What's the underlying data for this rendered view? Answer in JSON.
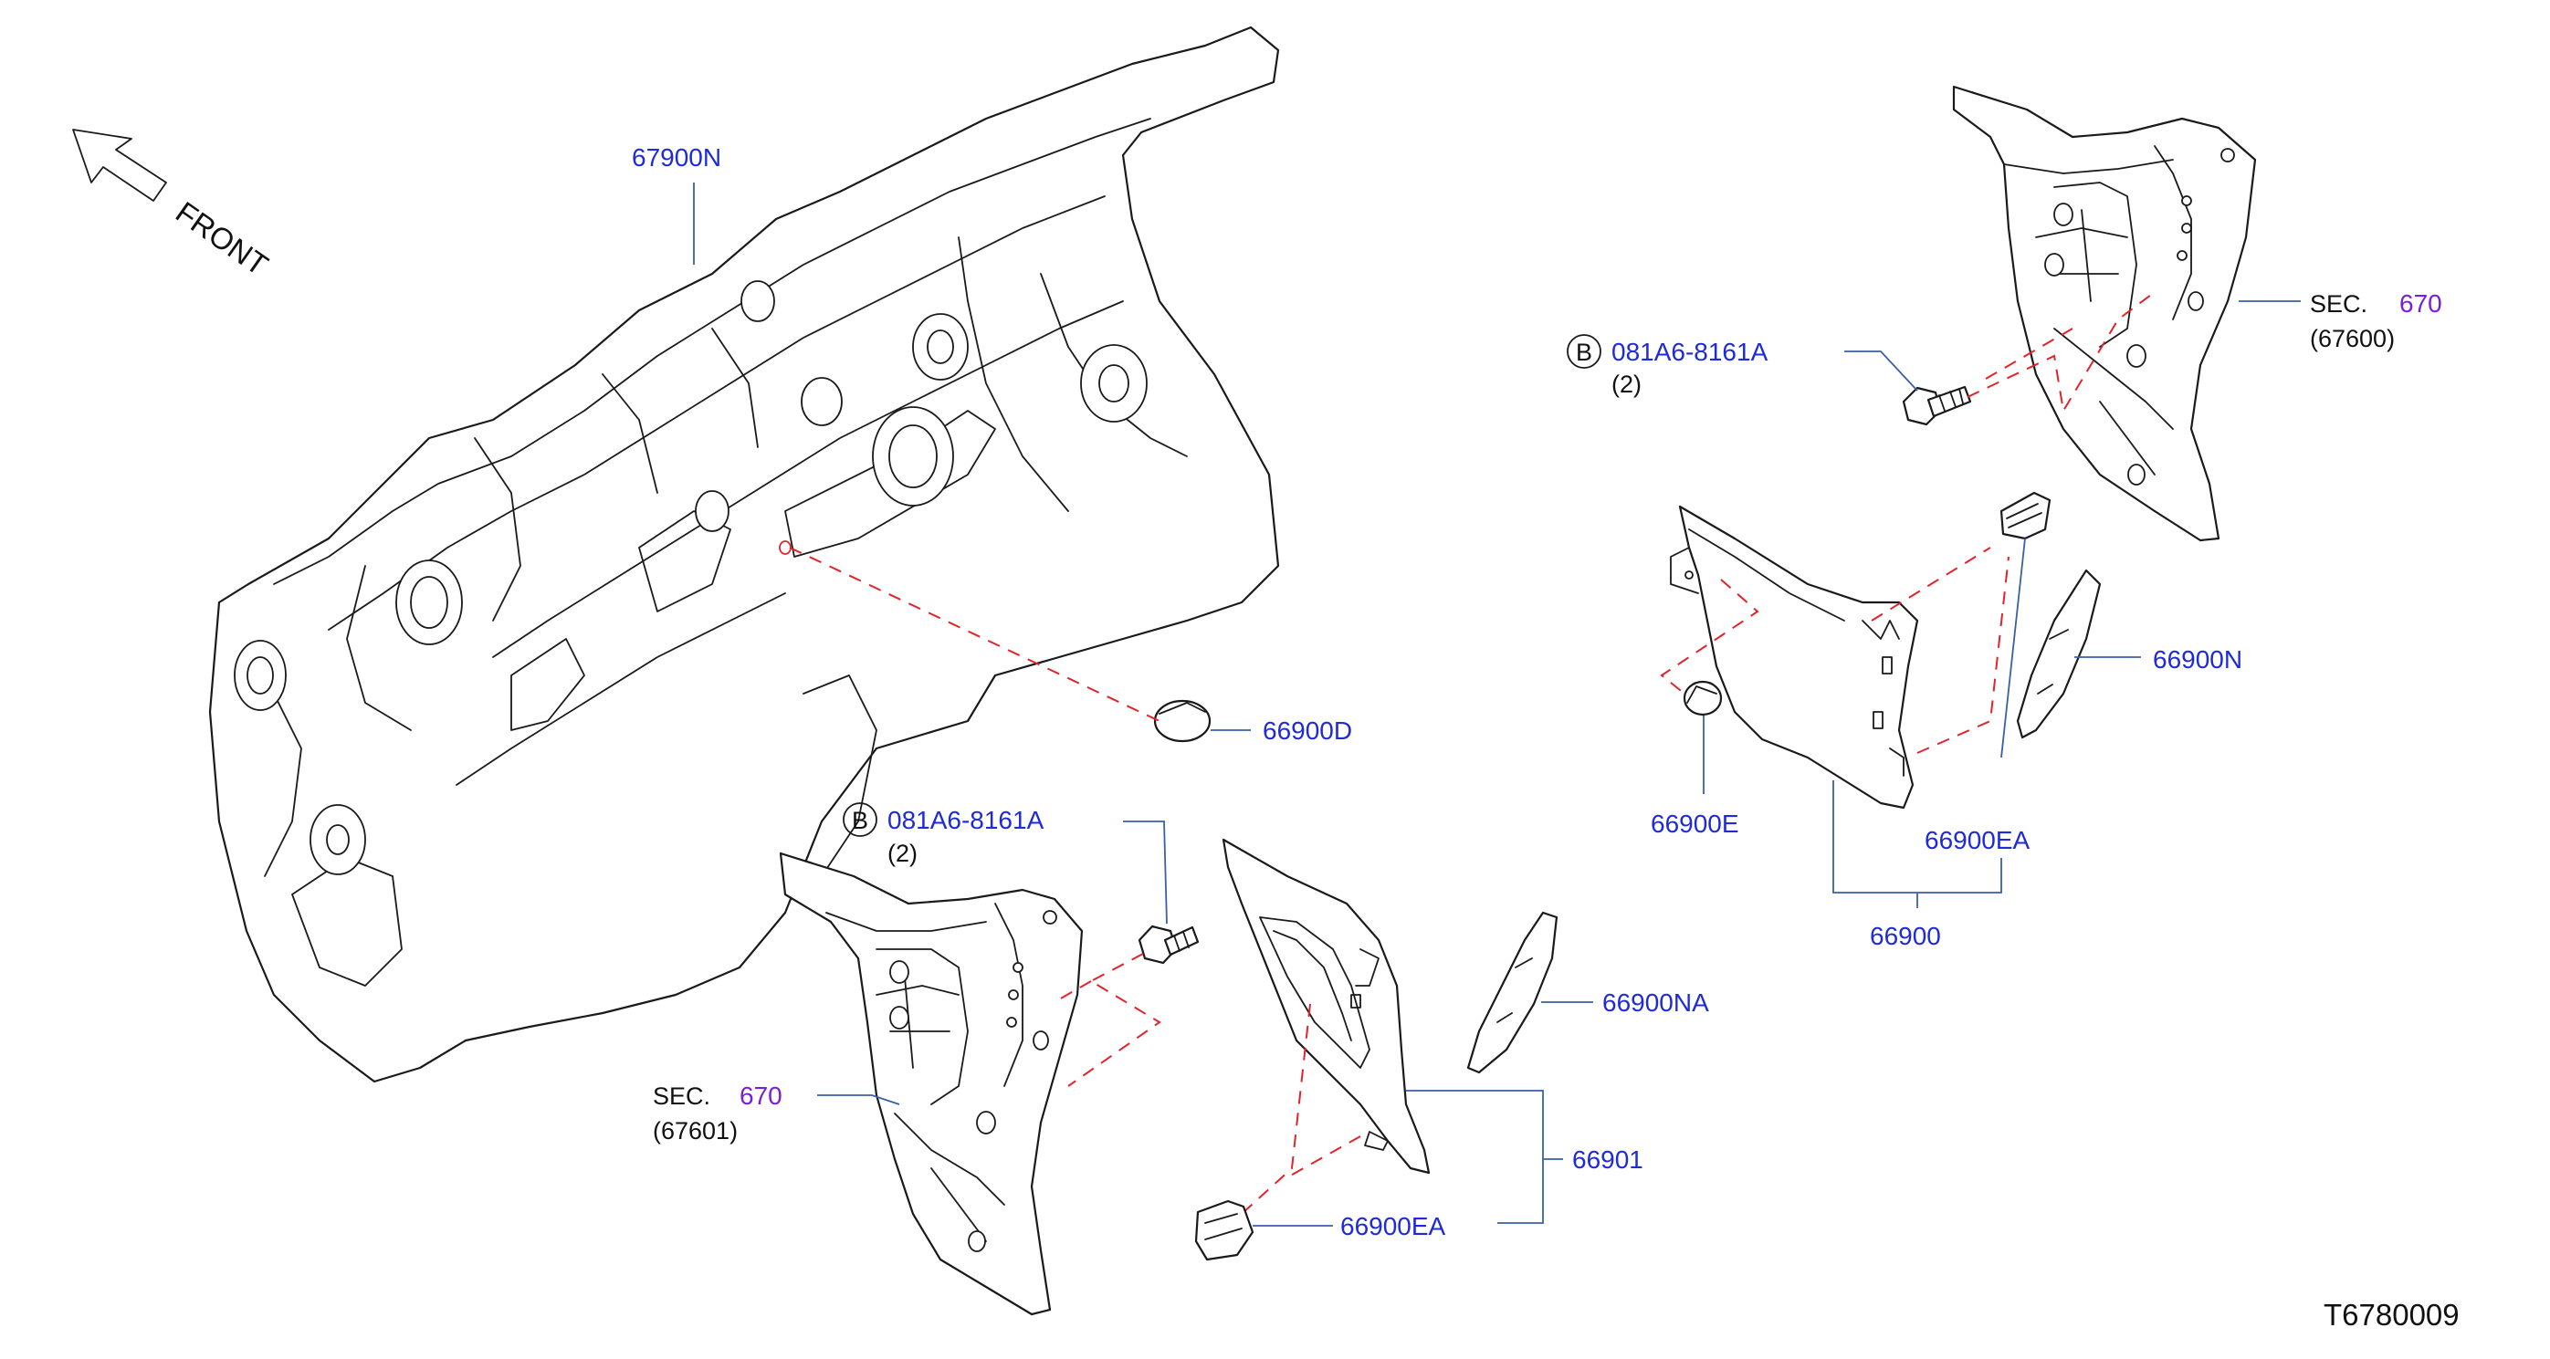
{
  "diagram": {
    "front_label": "FRONT",
    "drawing_number": "T6780009",
    "colors": {
      "part_number": "#1f2bd6",
      "section_ref": "#7a1fd6",
      "leader": "#3a5fa8",
      "dashed_guide": "#e0242b",
      "outline": "#1a1a1a"
    },
    "callouts": {
      "dash_panel": "67900N",
      "clip_d": "66900D",
      "bolt_upper": {
        "circle": "B",
        "part": "081A6-8161A",
        "qty": "(2)"
      },
      "bolt_lower": {
        "circle": "B",
        "part": "081A6-8161A",
        "qty": "(2)"
      },
      "sec_right": {
        "label": "SEC.",
        "number": "670",
        "sub": "(67600)"
      },
      "sec_left": {
        "label": "SEC.",
        "number": "670",
        "sub": "(67601)"
      },
      "trim_n": "66900N",
      "clip_e": "66900E",
      "clip_ea_upper": "66900EA",
      "trim_assy_right": "66900",
      "trim_na": "66900NA",
      "trim_assy_left": "66901",
      "clip_ea_lower": "66900EA"
    }
  }
}
